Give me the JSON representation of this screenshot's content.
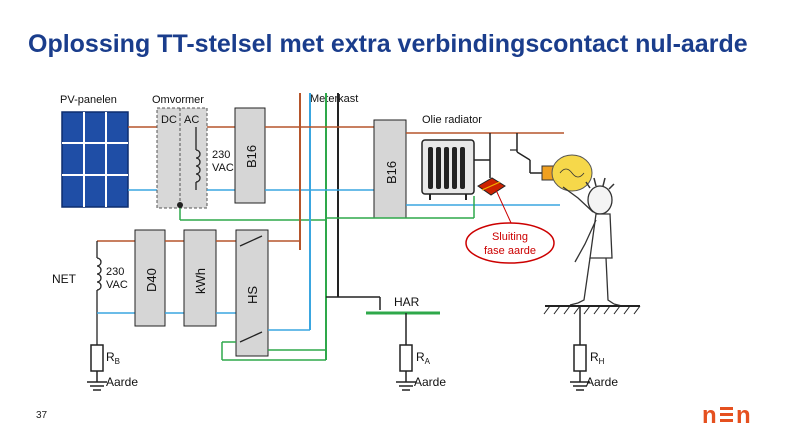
{
  "slide": {
    "title": "Oplossing TT-stelsel met extra verbindingscontact nul-aarde",
    "number": "37"
  },
  "logo": {
    "text": "nen",
    "color": "#e5501f"
  },
  "colors": {
    "title": "#1a3d8c",
    "phase": "#b5552b",
    "neutral": "#3aa6e0",
    "earth": "#2ea84a",
    "black": "#222222",
    "fault": "#cc0000",
    "panel": "#1f4ea6",
    "box_fill": "#d6d6d6"
  },
  "labels": {
    "pv_panels": "PV-panelen",
    "inverter": "Omvormer",
    "dc": "DC",
    "ac": "AC",
    "inv_volt": "230",
    "inv_volt_unit": "VAC",
    "b16_left": "B16",
    "meterkast": "Meterkast",
    "b16_right": "B16",
    "oil_radiator": "Olie radiator",
    "fault_line1": "Sluiting",
    "fault_line2": "fase aarde",
    "net": "NET",
    "net_volt": "230",
    "net_volt_unit": "VAC",
    "d40": "D40",
    "kwh": "kWh",
    "hs": "HS",
    "har": "HAR",
    "rb": "R",
    "rb_sub": "B",
    "ra": "R",
    "ra_sub": "A",
    "rh": "R",
    "rh_sub": "H",
    "earth_b": "Aarde",
    "earth_a": "Aarde",
    "earth_h": "Aarde"
  }
}
